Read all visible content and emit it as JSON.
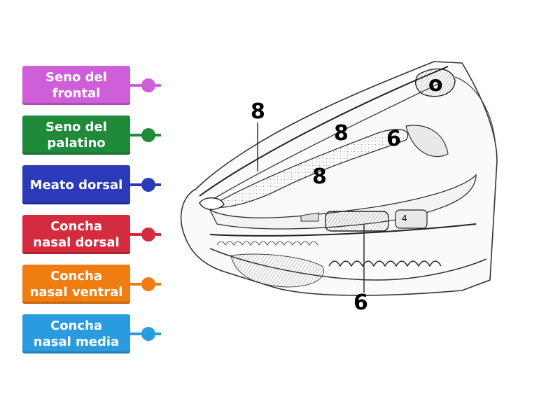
{
  "labels": [
    {
      "text": "Seno del\nfrontal",
      "color": "#cf5fd8"
    },
    {
      "text": "Seno del\npalatino",
      "color": "#1e8a3a"
    },
    {
      "text": "Meato dorsal",
      "color": "#2a3ab8"
    },
    {
      "text": "Concha\nnasal dorsal",
      "color": "#d42b3f"
    },
    {
      "text": "Concha\nnasal ventral",
      "color": "#f07d12"
    },
    {
      "text": "Concha\nnasal media",
      "color": "#2b9be0"
    }
  ],
  "markers": {
    "m1": "o",
    "m2": "8",
    "m3": "8",
    "m4": "6",
    "m5": "8",
    "m6": "6",
    "m7": "4"
  }
}
